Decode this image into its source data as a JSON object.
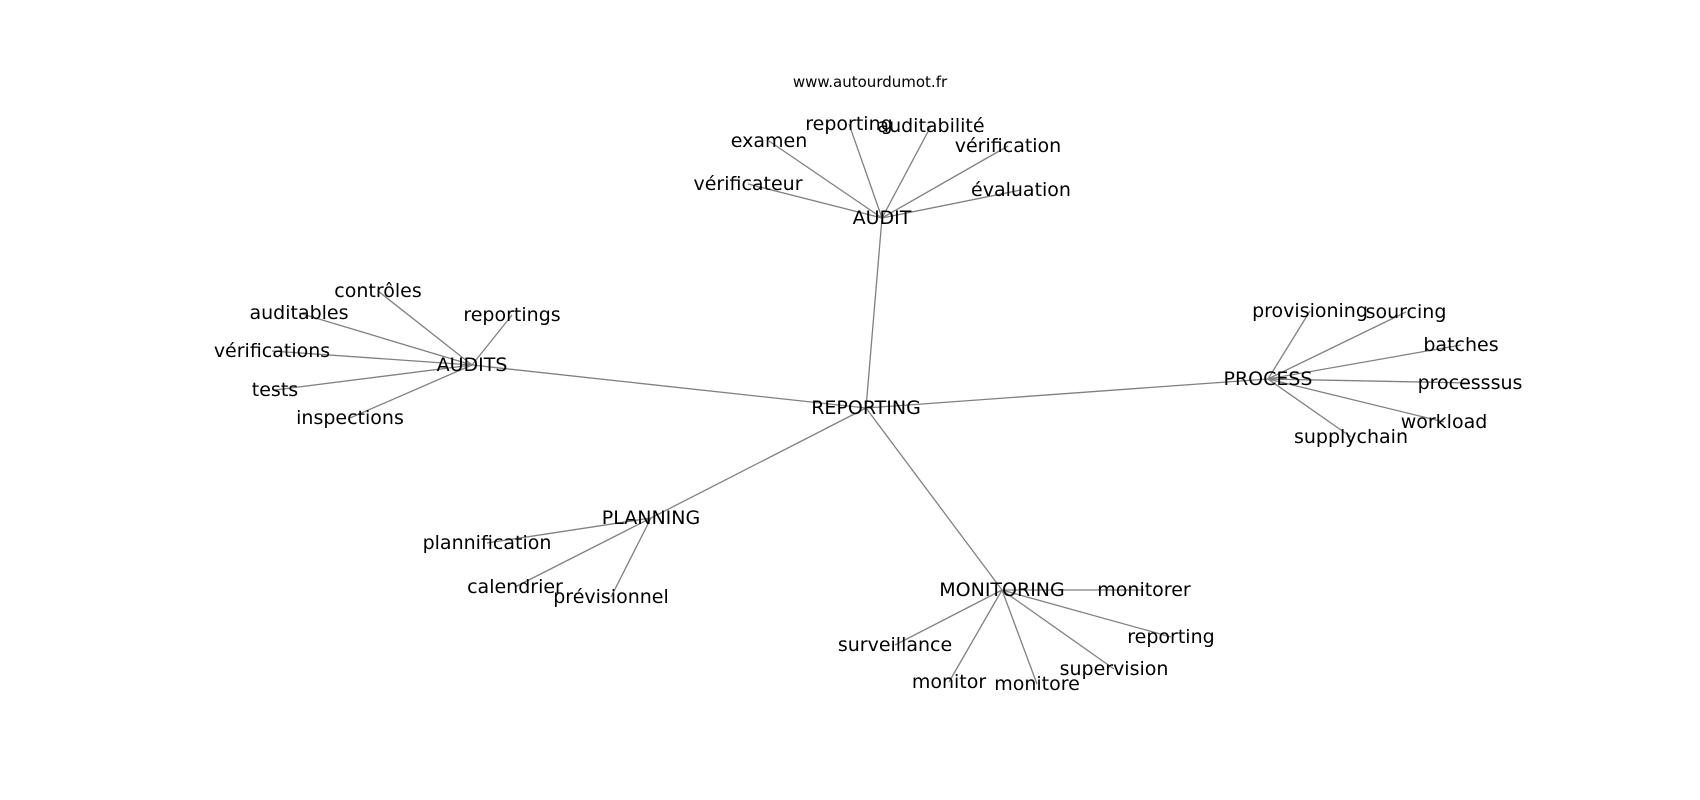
{
  "source": "www.autourdumot.fr",
  "center": "REPORTING",
  "clusters": [
    {
      "hub": "AUDIT",
      "words": [
        "vérificateur",
        "examen",
        "reporting",
        "auditabilité",
        "vérification",
        "évaluation"
      ]
    },
    {
      "hub": "AUDITS",
      "words": [
        "contrôles",
        "auditables",
        "vérifications",
        "tests",
        "inspections",
        "reportings"
      ]
    },
    {
      "hub": "PROCESS",
      "words": [
        "provisioning",
        "sourcing",
        "batches",
        "processsus",
        "workload",
        "supplychain"
      ]
    },
    {
      "hub": "PLANNING",
      "words": [
        "plannification",
        "calendrier",
        "prévisionnel"
      ]
    },
    {
      "hub": "MONITORING",
      "words": [
        "monitorer",
        "reporting",
        "supervision",
        "monitore",
        "monitor",
        "surveillance"
      ]
    }
  ],
  "colors": {
    "edge": "#808080",
    "text": "#000000",
    "background": "#ffffff"
  }
}
